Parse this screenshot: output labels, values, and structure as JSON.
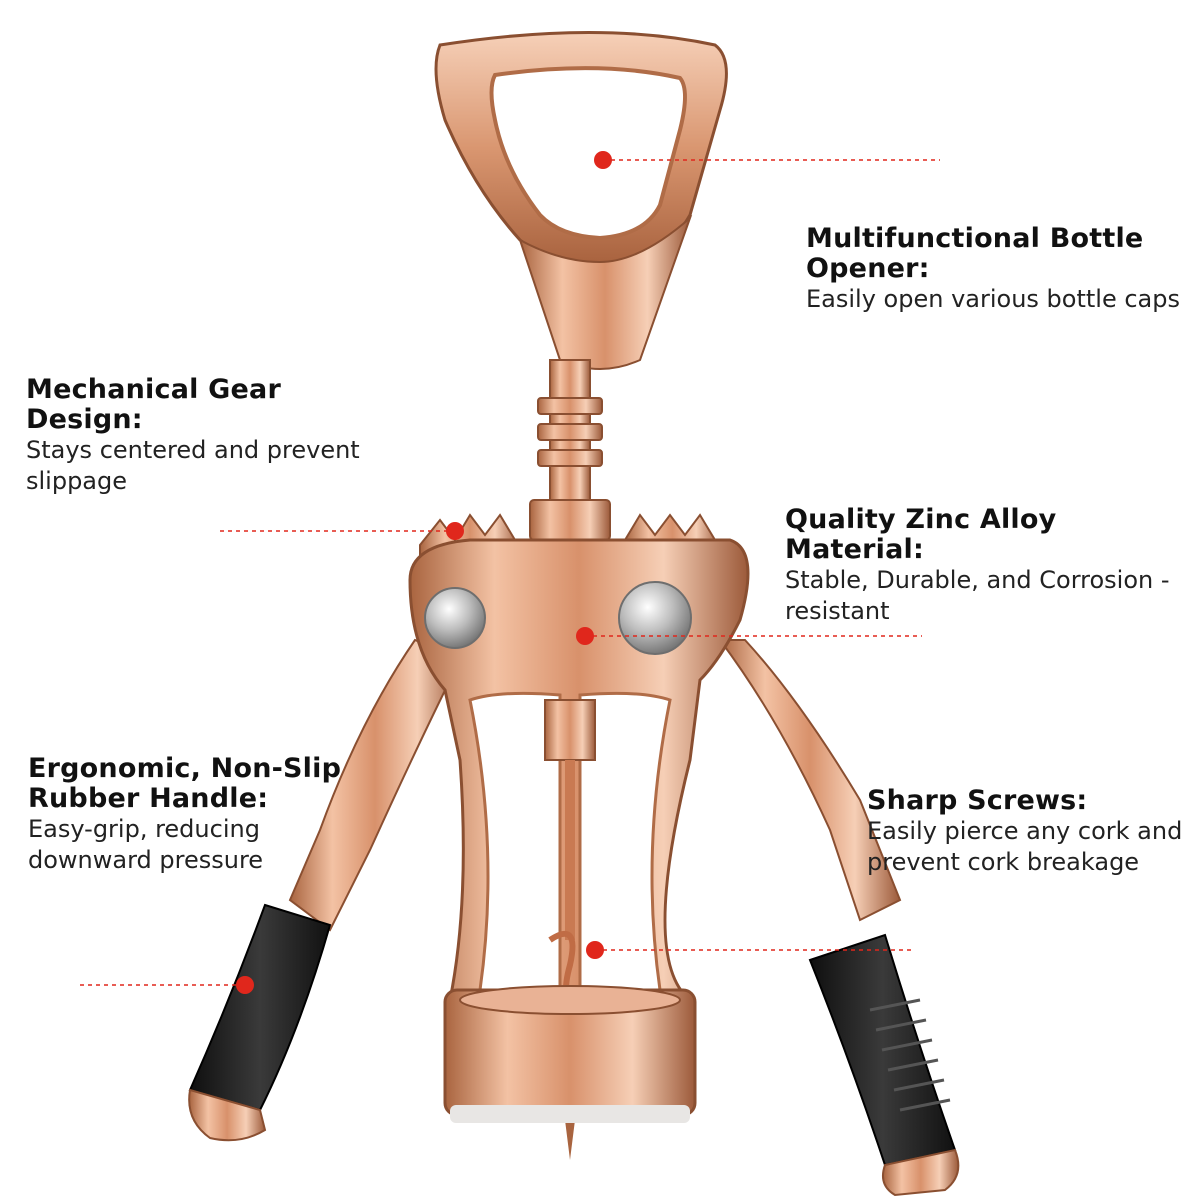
{
  "colors": {
    "background": "#ffffff",
    "copper_light": "#f5c8ad",
    "copper_mid": "#d9926c",
    "copper_dark": "#9a5a3c",
    "rubber": "#1e1e1e",
    "steel": "#c9c9c9",
    "callout_red": "#e0271c"
  },
  "features": [
    {
      "id": "opener",
      "title": "Multifunctional Bottle Opener:",
      "description": "Easily open various bottle caps"
    },
    {
      "id": "gear",
      "title": "Mechanical Gear Design:",
      "description": "Stays centered and prevent slippage"
    },
    {
      "id": "zinc",
      "title": "Quality Zinc Alloy Material:",
      "description": "Stable, Durable, and Corrosion -resistant"
    },
    {
      "id": "handle",
      "title": "Ergonomic, Non-Slip Rubber Handle:",
      "description": "Easy-grip, reducing downward pressure"
    },
    {
      "id": "screw",
      "title": "Sharp Screws:",
      "description": "Easily pierce any cork and prevent cork breakage"
    }
  ]
}
